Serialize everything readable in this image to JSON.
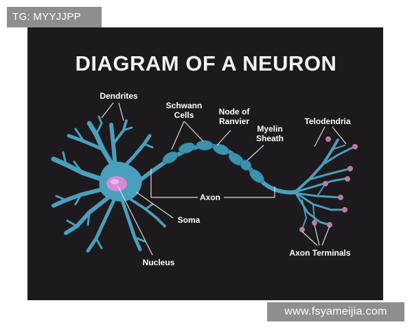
{
  "tag_text": "TG: MYYJJPP",
  "title": "DIAGRAM OF A NEURON",
  "labels": {
    "dendrites": "Dendrites",
    "schwann_line1": "Schwann",
    "schwann_line2": "Cells",
    "node_line1": "Node of",
    "node_line2": "Ranvier",
    "myelin_line1": "Myelin",
    "myelin_line2": "Sheath",
    "telodendria": "Telodendria",
    "axon": "Axon",
    "soma": "Soma",
    "nucleus": "Nucleus",
    "axon_terminals": "Axon Terminals"
  },
  "watermark_text": "www.fsyameijia.com",
  "colors": {
    "background": "#1d1a1d",
    "neuron": "#4a9fbc",
    "myelin": "#3d93ae",
    "nucleus": "#d88ad8",
    "terminal": "#b77aa8",
    "leader": "#e0e0e0"
  }
}
